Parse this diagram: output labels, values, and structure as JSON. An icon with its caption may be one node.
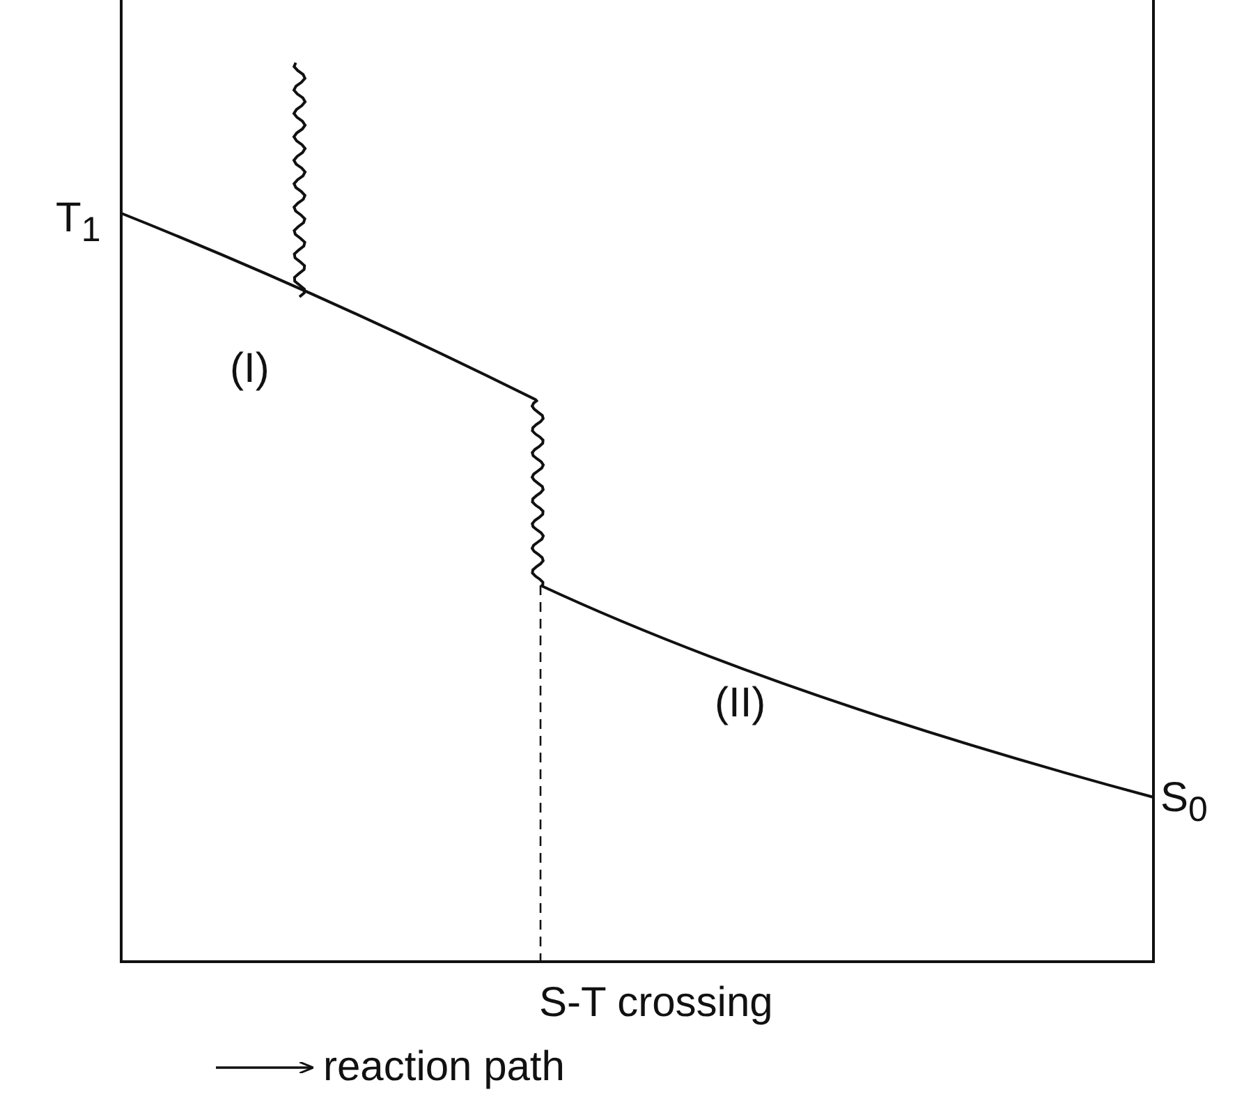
{
  "diagram": {
    "labels": [
      "T$_{1}$",
      "(I)",
      "(II)",
      "S$_{0}$",
      "S-T crossing",
      "reaction path"
    ]
  }
}
